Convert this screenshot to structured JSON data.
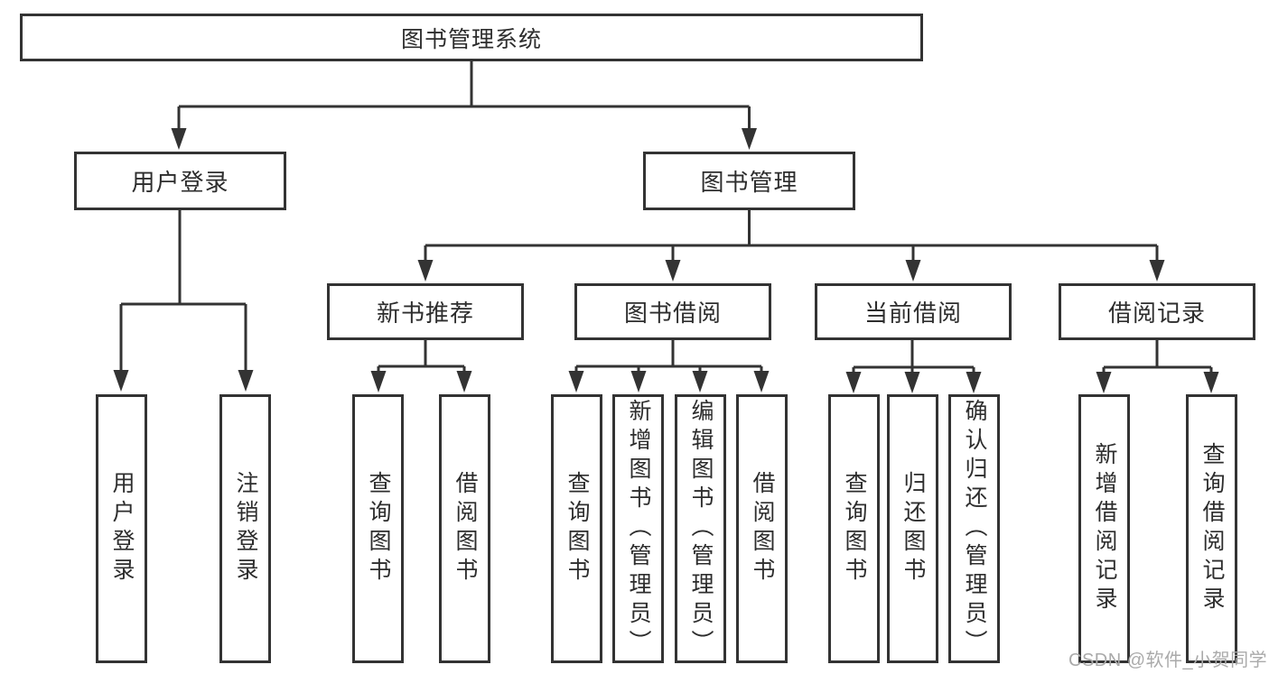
{
  "diagram_title": "图书管理系统",
  "colors": {
    "line": "#333333",
    "box_border": "#333333",
    "text": "#2d2d2d",
    "watermark": "#aaaaaa",
    "background": "#ffffff"
  },
  "tree": {
    "label": "图书管理系统",
    "children": [
      {
        "label": "用户登录",
        "children": [
          {
            "label": "用户登录"
          },
          {
            "label": "注销登录"
          }
        ]
      },
      {
        "label": "图书管理",
        "children": [
          {
            "label": "新书推荐",
            "children": [
              {
                "label": "查询图书"
              },
              {
                "label": "借阅图书"
              }
            ]
          },
          {
            "label": "图书借阅",
            "children": [
              {
                "label": "查询图书"
              },
              {
                "label": "新增图书（管理员）"
              },
              {
                "label": "编辑图书（管理员）"
              },
              {
                "label": "借阅图书"
              }
            ]
          },
          {
            "label": "当前借阅",
            "children": [
              {
                "label": "查询图书"
              },
              {
                "label": "归还图书"
              },
              {
                "label": "确认归还（管理员）"
              }
            ]
          },
          {
            "label": "借阅记录",
            "children": [
              {
                "label": "新增借阅记录"
              },
              {
                "label": "查询借阅记录"
              }
            ]
          }
        ]
      }
    ]
  },
  "watermark": {
    "text": "CSDN @软件_小贺同学"
  }
}
